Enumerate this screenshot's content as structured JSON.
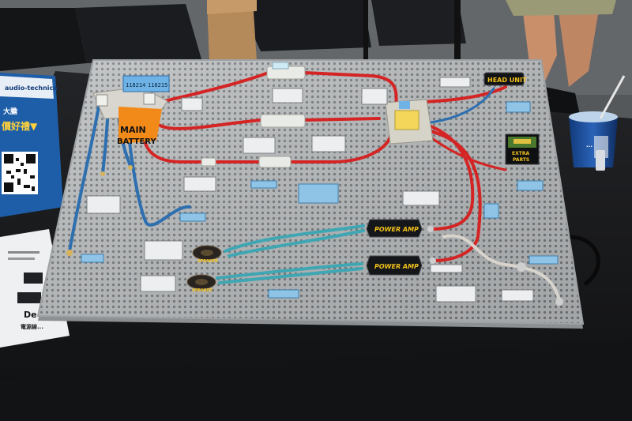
{
  "photo": {
    "subject": "Car audio wiring demonstration board on a display table",
    "colors": {
      "board": "#b9bcbe",
      "board_edge": "#8d9092",
      "holes": "#6f7375",
      "table": "#1b1c1e",
      "floor": "#55585b",
      "power_wire": "#d42424",
      "ground_wire": "#2e6fb0",
      "speaker_wire": "#3fa6b3",
      "amp_body": "#15161a",
      "amp_text": "#f2c21a",
      "blue_label": "#8fc4e6"
    }
  },
  "board": {
    "main_battery_label_line1": "MAIN",
    "main_battery_label_line2": "BATTERY",
    "head_unit_label": "HEAD UNIT",
    "extra_parts_line1": "EXTRA",
    "extra_parts_line2": "PARTS",
    "code_left": "118214",
    "code_right": "118215",
    "amp_top_label": "POWER AMP",
    "amp_bottom_label": "POWER AMP",
    "speaker_top_label": "SPEAKER",
    "speaker_bottom_label": "SPEAKER"
  },
  "banner": {
    "brand": "audio-technica",
    "chinese_line1": "大膽",
    "chinese_line2": "價好禮▼",
    "bottom_word": "De",
    "bottom_chinese": "電源線..."
  },
  "cup": {
    "text": "..."
  }
}
